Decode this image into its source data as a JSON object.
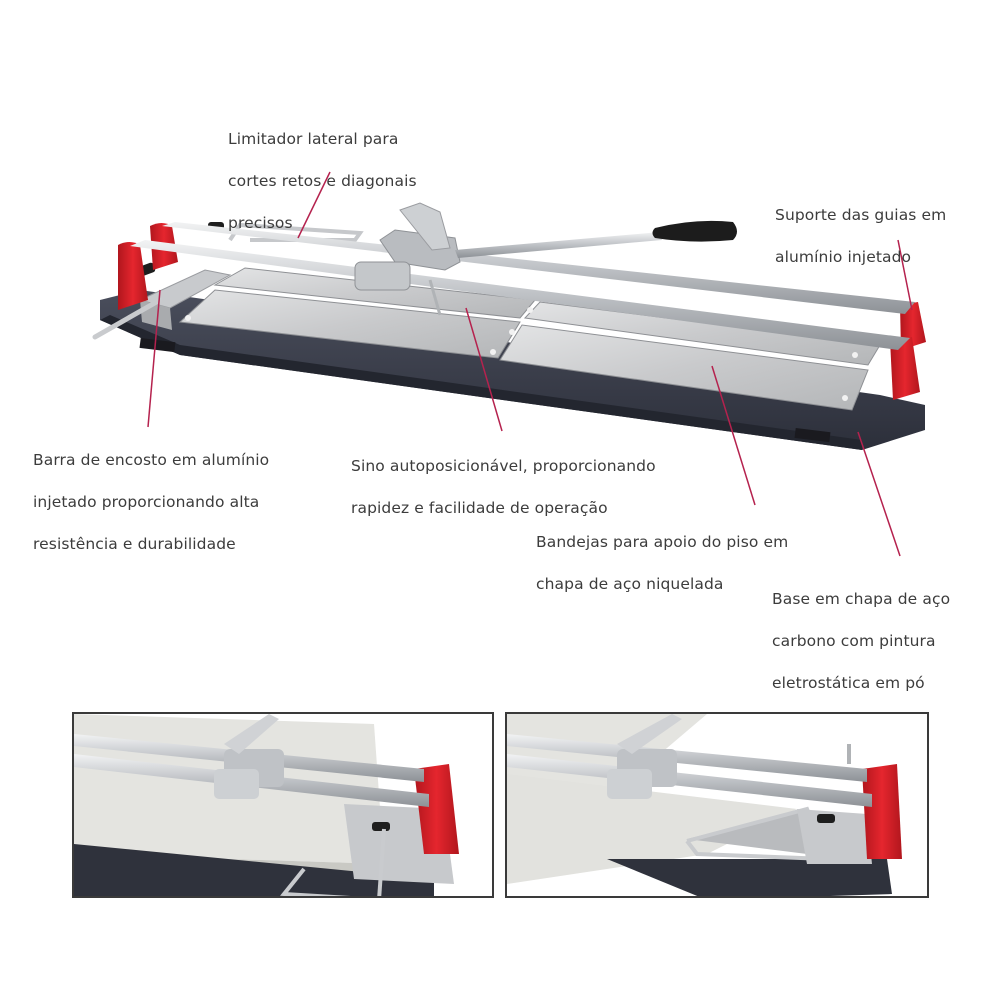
{
  "colors": {
    "leader_line": "#b5224e",
    "accent_red": "#d8232a",
    "base_dark": "#3d4150",
    "steel": "#c9ccd0",
    "text": "#3c3c3c",
    "panel_border": "#3a3a3a"
  },
  "annotations": [
    {
      "id": "side-limiter",
      "lines": [
        "Limitador lateral para",
        "cortes retos e diagonais",
        "precisos"
      ]
    },
    {
      "id": "guide-support",
      "lines": [
        "Suporte das guias em",
        "alumínio injetado"
      ]
    },
    {
      "id": "stop-bar",
      "lines": [
        "Barra de encosto em alumínio",
        "injetado proporcionando alta",
        "resistência e durabilidade"
      ]
    },
    {
      "id": "self-positioning-bell",
      "lines": [
        "Sino autoposicionável, proporcionando",
        "rapidez e facilidade de operação"
      ]
    },
    {
      "id": "trays",
      "lines": [
        "Bandejas para apoio do piso em",
        "chapa de aço niquelada"
      ]
    },
    {
      "id": "base",
      "lines": [
        "Base em chapa de aço",
        "carbono com pintura",
        "eletrostática em pó"
      ]
    }
  ],
  "detail_panels": [
    {
      "id": "straight-cut-detail",
      "icon": "tile-cutter-straight-cut-photo"
    },
    {
      "id": "diagonal-cut-detail",
      "icon": "tile-cutter-diagonal-cut-photo"
    }
  ]
}
